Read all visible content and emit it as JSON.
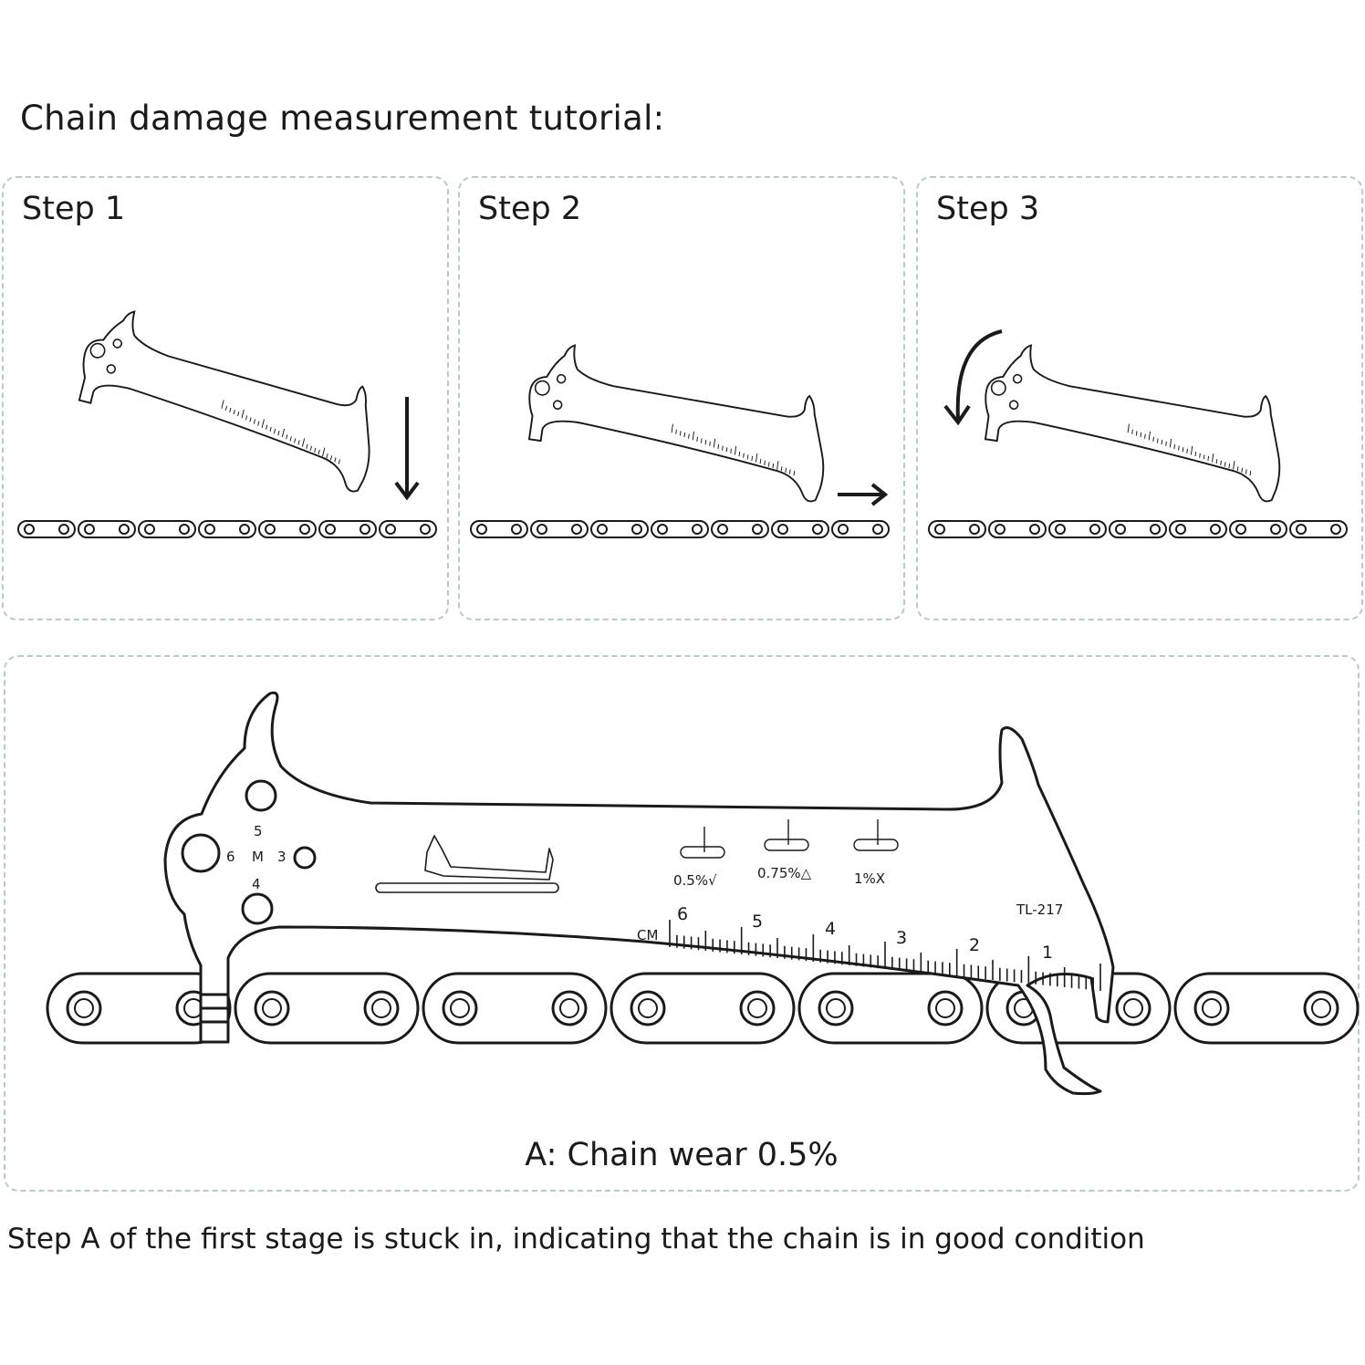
{
  "title": "Chain damage measurement tutorial:",
  "steps": [
    {
      "label": "Step 1",
      "arrow": "down-arrow-icon"
    },
    {
      "label": "Step 2",
      "arrow": "right-arrow-icon"
    },
    {
      "label": "Step 3",
      "arrow": "rotate-arrow-icon"
    }
  ],
  "tool": {
    "model": "TL-217",
    "unit": "CM",
    "hex_labels": {
      "top": "5",
      "left": "6",
      "center": "M",
      "right": "3",
      "bottom": "4"
    },
    "indicators": [
      "0.5%√",
      "0.75%△",
      "1%X"
    ],
    "scale": [
      "6",
      "5",
      "4",
      "3",
      "2",
      "1"
    ]
  },
  "caption": "A: Chain wear 0.5%",
  "footer": "Step A of the first stage is stuck in, indicating that the chain is in good condition",
  "colors": {
    "panel_border": "#b9ccc4",
    "line": "#1a1a1a"
  }
}
